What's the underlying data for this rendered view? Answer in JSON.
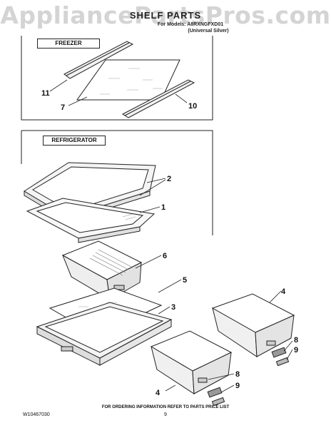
{
  "watermark": "AppliancePartsPros.com",
  "header": {
    "title": "SHELF PARTS",
    "models_line": "For Models: A8RXNGFXD01",
    "variant": "(Universal Silver)"
  },
  "sections": {
    "freezer": "FREEZER",
    "refrigerator": "REFRIGERATOR"
  },
  "callouts": {
    "freezer": [
      "11",
      "7",
      "10"
    ],
    "refrigerator": [
      "2",
      "1",
      "6",
      "5",
      "3",
      "4",
      "8",
      "9",
      "8",
      "9",
      "4"
    ]
  },
  "footer": {
    "note": "FOR ORDERING INFORMATION REFER TO PARTS PRICE LIST",
    "doc_id": "W10467030",
    "page": "9"
  }
}
